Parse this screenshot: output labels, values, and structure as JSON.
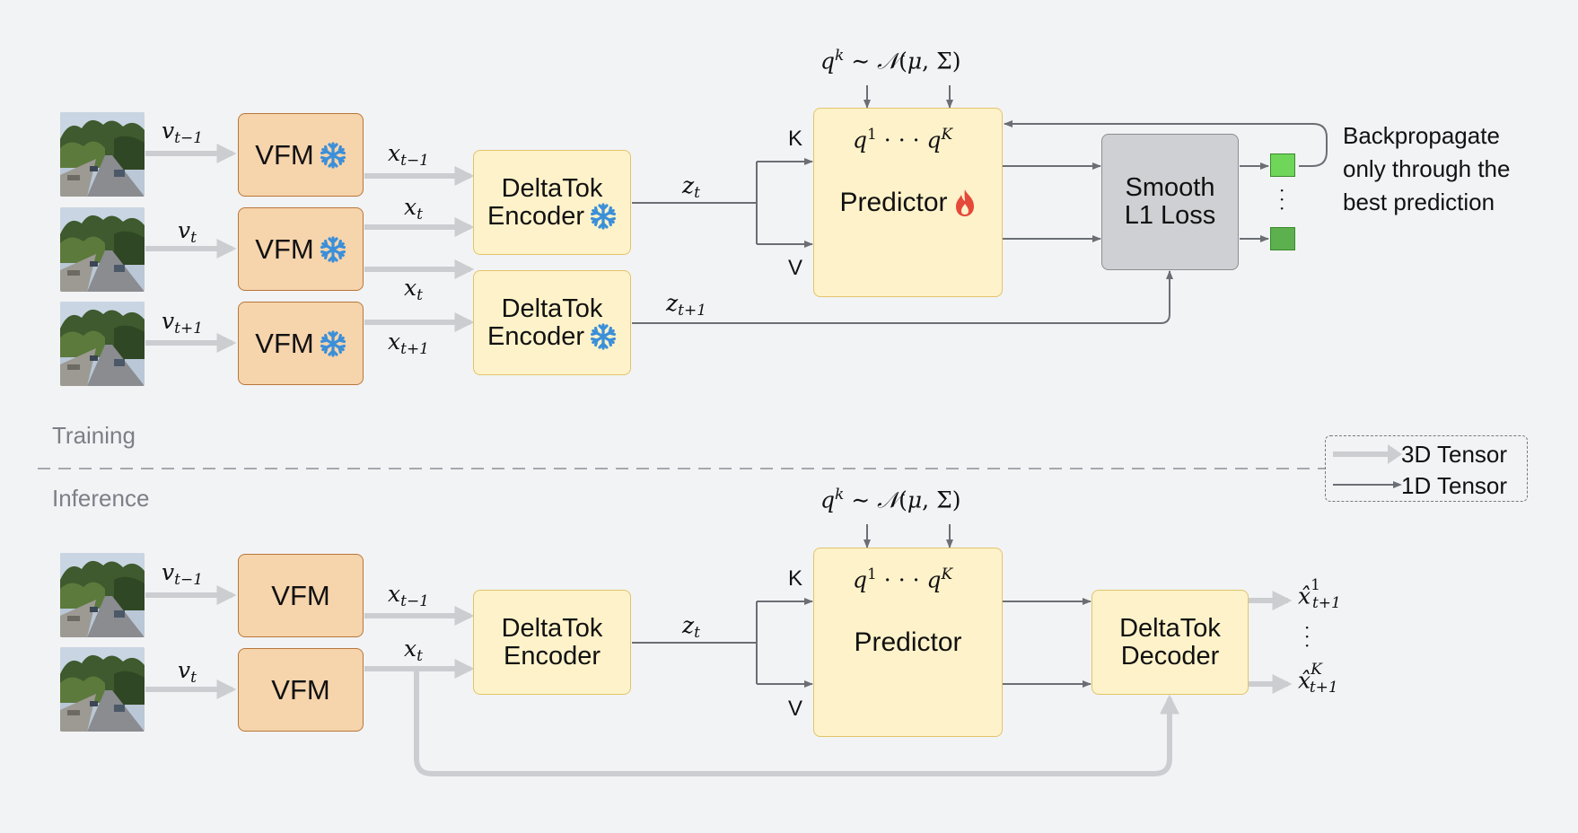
{
  "labels": {
    "vfm": "VFM",
    "enc_line1": "DeltaTok",
    "enc_line2": "Encoder",
    "dec_line2": "Decoder",
    "predictor": "Predictor",
    "loss_line1": "Smooth",
    "loss_line2": "L1 Loss",
    "k": "K",
    "v": "V",
    "q_dots": "· · ·"
  },
  "sections": {
    "training": "Training",
    "inference": "Inference"
  },
  "note": [
    "Backpropagate",
    "only through the",
    "best prediction"
  ],
  "legend": {
    "tensor3d": "3D Tensor",
    "tensor1d": "1D Tensor"
  },
  "icons": {
    "frozen": "snowflake-icon",
    "trainable": "flame-icon"
  },
  "colors": {
    "vfm_fill": "#f6d4ac",
    "vfm_border": "#b8773a",
    "block_fill": "#fdf2c9",
    "block_border": "#e2c46a",
    "loss_fill": "#cfd0d3",
    "best_pred": "#6fd65a",
    "other_pred": "#5cb04e",
    "snowflake": "#3b8fd9",
    "flame": "#e5493a"
  }
}
